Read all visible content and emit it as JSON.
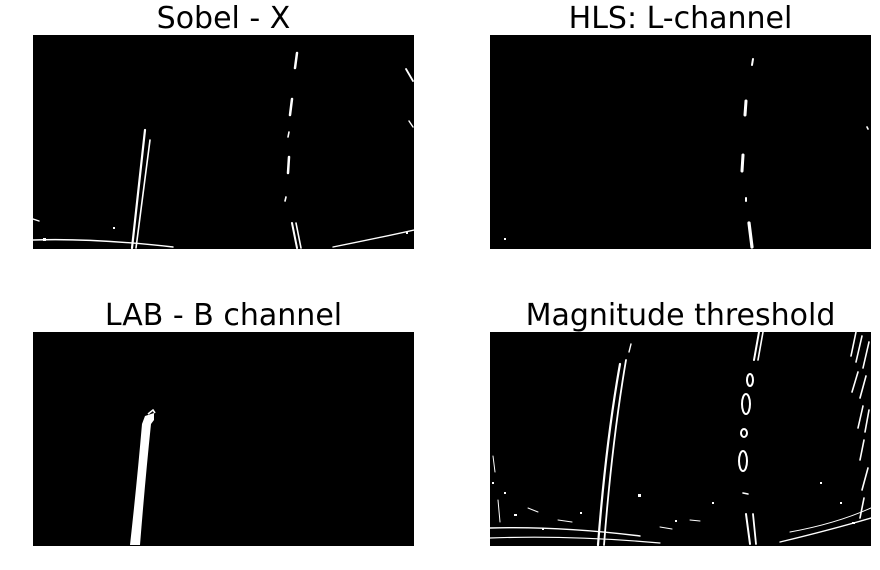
{
  "panels": [
    {
      "title": "Sobel - X"
    },
    {
      "title": "HLS: L-channel"
    },
    {
      "title": "LAB - B channel"
    },
    {
      "title": "Magnitude threshold"
    }
  ]
}
